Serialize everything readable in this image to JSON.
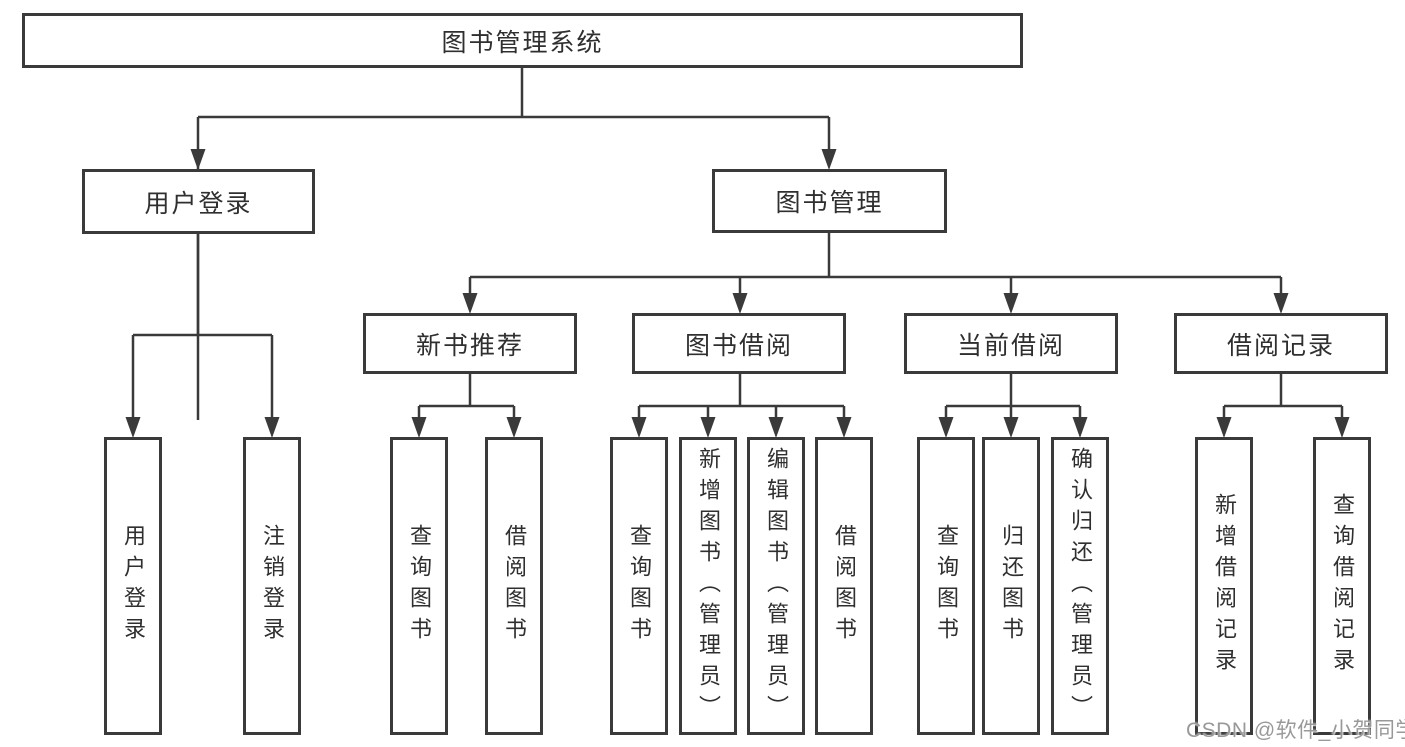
{
  "title": {
    "label": "图书管理系统"
  },
  "level2": {
    "user_login": "用户登录",
    "book_mgmt": "图书管理"
  },
  "level3": {
    "new_books": "新书推荐",
    "borrowing": "图书借阅",
    "current": "当前借阅",
    "records": "借阅记录"
  },
  "leaves": {
    "user_login": [
      "用户登录",
      "注销登录"
    ],
    "new_books": [
      "查询图书",
      "借阅图书"
    ],
    "borrowing": [
      "查询图书",
      "新增图书（管理员）",
      "编辑图书（管理员）",
      "借阅图书"
    ],
    "current": [
      "查询图书",
      "归还图书",
      "确认归还（管理员）"
    ],
    "records": [
      "新增借阅记录",
      "查询借阅记录"
    ]
  },
  "watermark": "CSDN @软件_小贺同学",
  "colors": {
    "line": "#3a3a3a",
    "box_border": "#3a3a3a",
    "text": "#2f2f2f",
    "background": "#ffffff",
    "watermark": "#999999"
  }
}
